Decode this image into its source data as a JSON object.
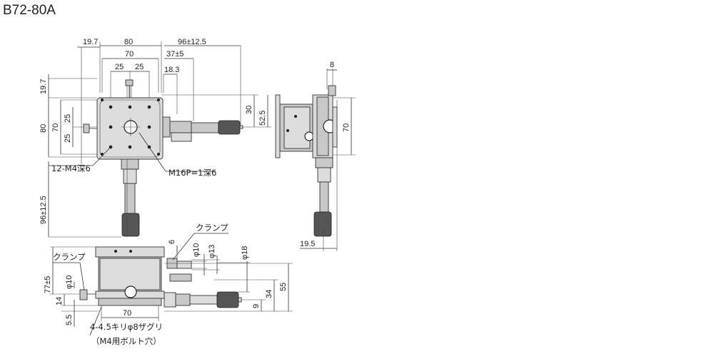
{
  "title": "B72-80A",
  "top_view": {
    "dims_top": [
      "19.7",
      "80",
      "70",
      "25",
      "25",
      "96±12.5",
      "37±5",
      "18.3"
    ],
    "dims_left": [
      "19.7",
      "80",
      "70",
      "25",
      "25",
      "96±12.5"
    ],
    "dims_right": [
      "30",
      "52.5"
    ],
    "callout_holes": "12-M4深6",
    "callout_center": "M16P=1深6"
  },
  "side_view": {
    "dims": [
      "8",
      "70",
      "19.5"
    ]
  },
  "front_view": {
    "clamp_label_left": "クランプ",
    "clamp_label_right": "クランプ",
    "dims_left": [
      "77±5",
      "φ10",
      "14",
      "5.5"
    ],
    "dims_top": [
      "6",
      "φ10",
      "φ13",
      "φ18"
    ],
    "dims_right": [
      "9",
      "34",
      "55"
    ],
    "dim_bottom": "70",
    "callout_line1": "4-4.5キリφ8ザグリ",
    "callout_line2": "（M4用ボルト穴）"
  }
}
